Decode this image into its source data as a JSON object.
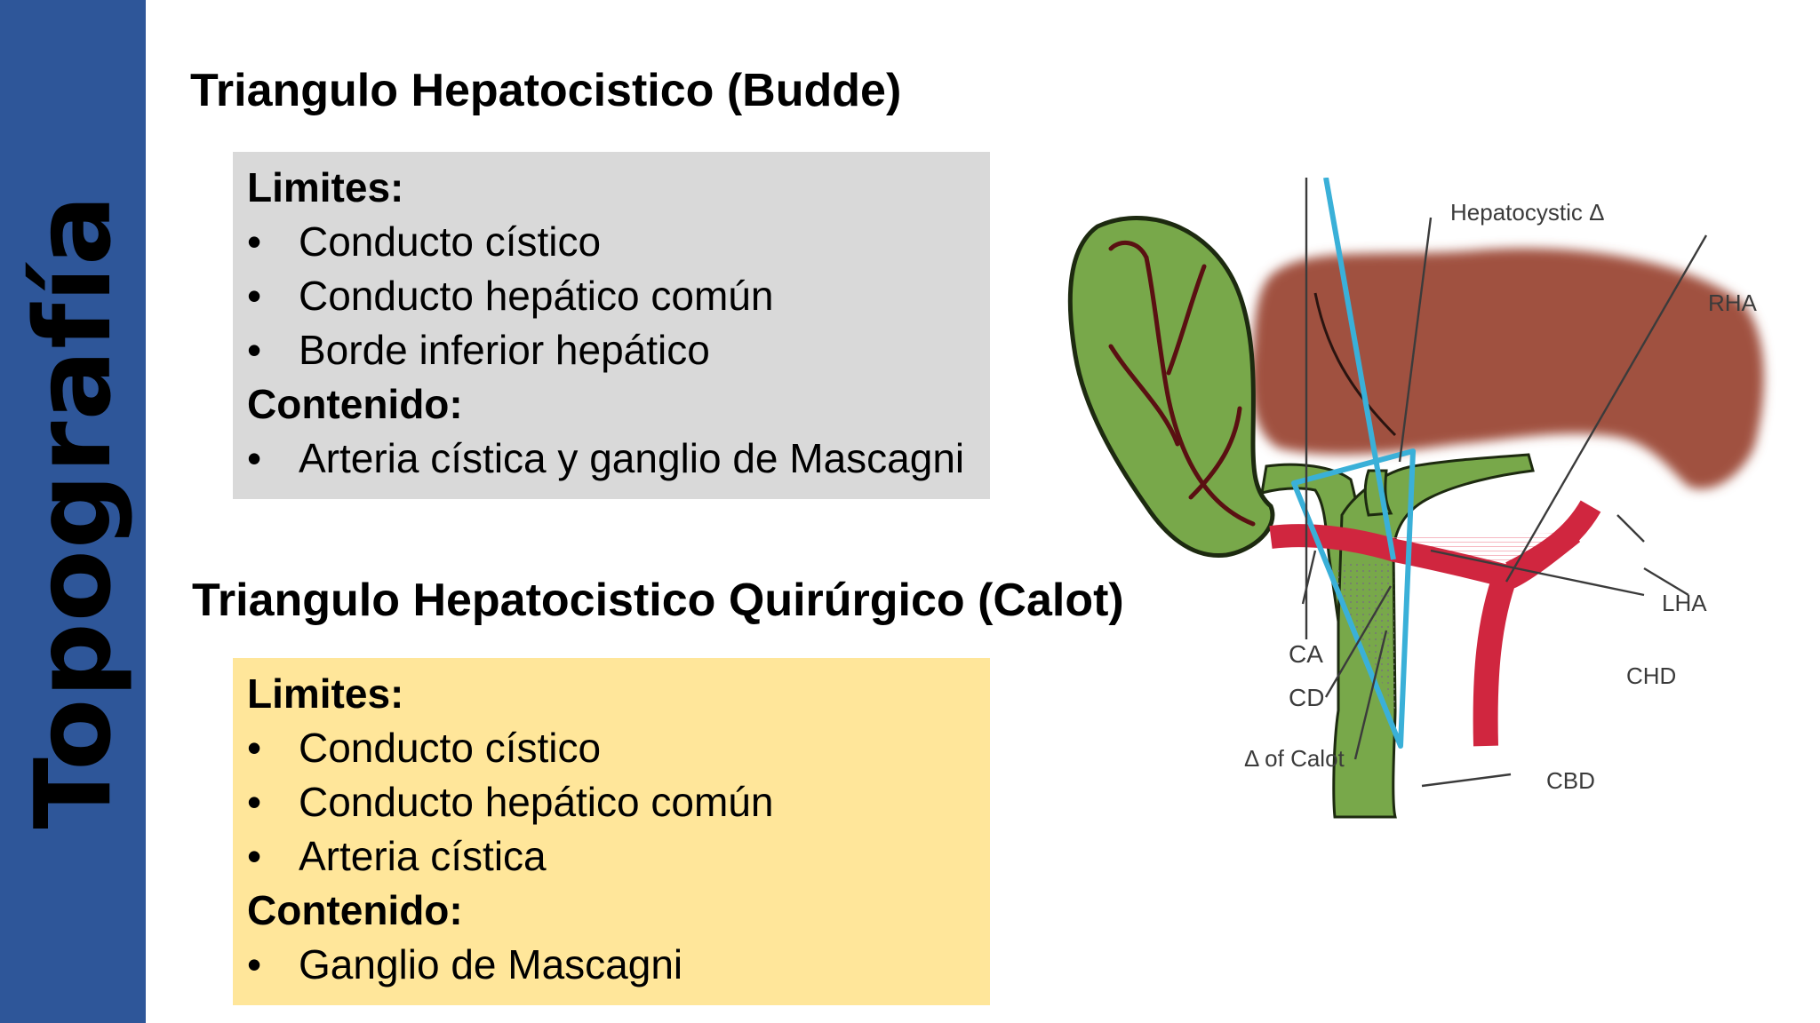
{
  "slide": {
    "side_title": "Topografía",
    "section1": {
      "heading": "Triangulo Hepatocistico (Budde)",
      "limits_label": "Limites:",
      "limits": [
        "Conducto cístico",
        "Conducto hepático común",
        "Borde inferior hepático"
      ],
      "content_label": "Contenido:",
      "content": [
        "Arteria cística y ganglio de Mascagni"
      ],
      "box_color": "#d9d9d9"
    },
    "section2": {
      "heading": "Triangulo Hepatocistico Quirúrgico (Calot)",
      "limits_label": "Limites:",
      "limits": [
        "Conducto cístico",
        "Conducto hepático común",
        "Arteria cística"
      ],
      "content_label": "Contenido:",
      "content": [
        "Ganglio de Mascagni"
      ],
      "box_color": "#ffe69a"
    },
    "diagram": {
      "labels": {
        "hepatocystic": "Hepatocystic Δ",
        "rha": "RHA",
        "lha": "LHA",
        "chd": "CHD",
        "cbd": "CBD",
        "ca": "CA",
        "cd": "CD",
        "calot": "Δ of Calot"
      },
      "colors": {
        "liver": "#a0513f",
        "gallbladder": "#78a84a",
        "artery": "#d0263f",
        "triangle": "#3ab0d8",
        "sidebar": "#2e5699"
      }
    }
  }
}
